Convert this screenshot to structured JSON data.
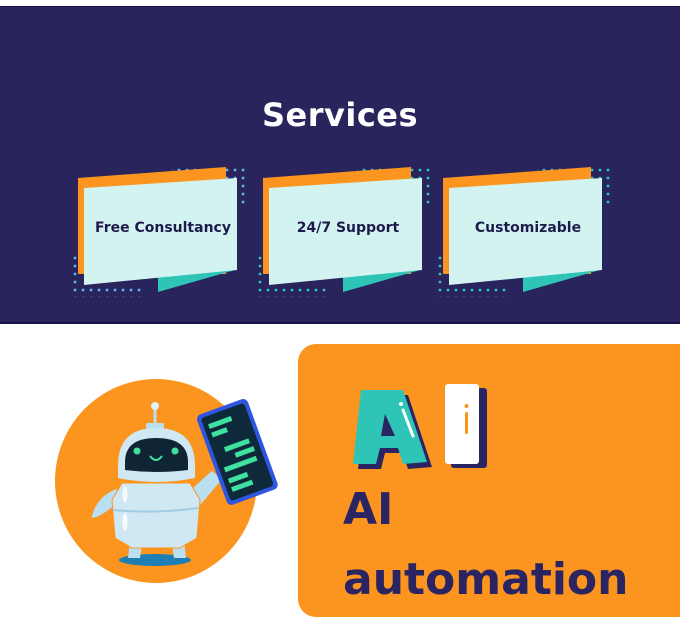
{
  "services": {
    "title": "Services",
    "cards": [
      {
        "label": "Free Consultancy",
        "dot_color": "#5bb8e8"
      },
      {
        "label": "24/7 Support",
        "dot_color": "#2ec4b6"
      },
      {
        "label": "Customizable",
        "dot_color": "#2ec4b6"
      }
    ]
  },
  "feature": {
    "logo_text": "AI",
    "heading_line1": "AI",
    "heading_line2": "automation",
    "illustration": "robot-holding-tablet"
  },
  "colors": {
    "navy": "#29245c",
    "orange": "#fb951f",
    "teal": "#2ec4b6",
    "card_bg": "#d3f3f1",
    "text_dark": "#2a2463"
  }
}
